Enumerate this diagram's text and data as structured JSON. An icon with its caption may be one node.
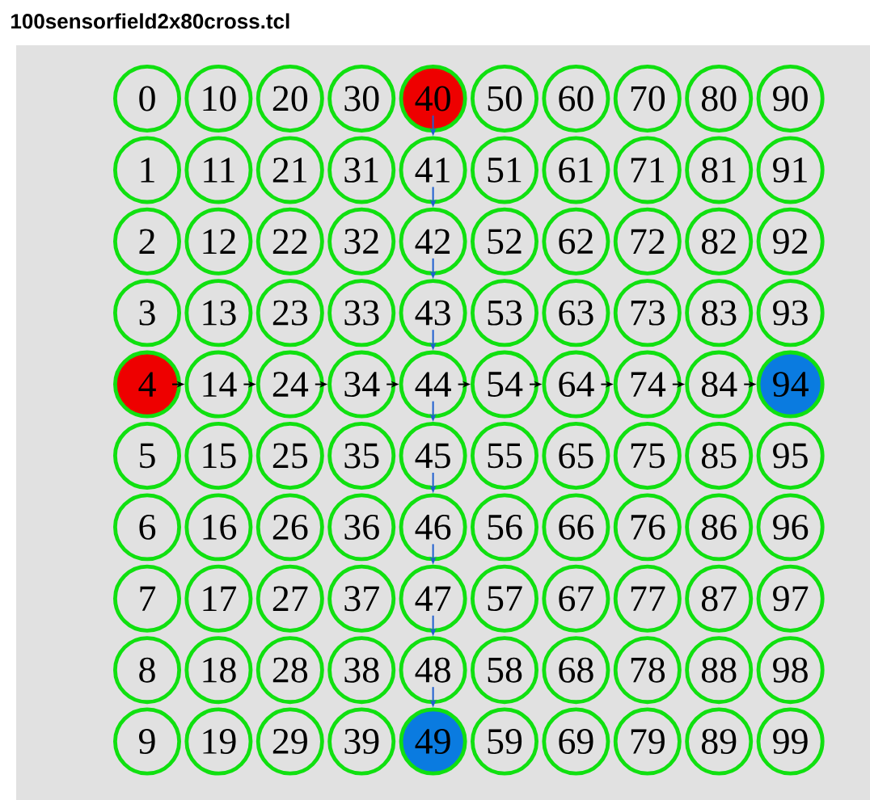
{
  "diagram": {
    "title": "100sensorfield2x80cross.tcl",
    "nodes": [
      {
        "text": [
          "0"
        ]
      },
      {
        "text": [
          "1"
        ]
      },
      {
        "text": [
          "2"
        ]
      },
      {
        "text": [
          "3"
        ]
      },
      {
        "text": [
          "4"
        ]
      },
      {
        "text": [
          "5"
        ]
      },
      {
        "text": [
          "6"
        ]
      },
      {
        "text": [
          "7"
        ]
      },
      {
        "text": [
          "8"
        ]
      },
      {
        "text": [
          "9"
        ]
      },
      {
        "text": [
          "10"
        ]
      },
      {
        "text": [
          "11"
        ]
      },
      {
        "text": [
          "12"
        ]
      },
      {
        "text": [
          "13"
        ]
      },
      {
        "text": [
          "14"
        ]
      },
      {
        "text": [
          "15"
        ]
      },
      {
        "text": [
          "16"
        ]
      },
      {
        "text": [
          "17"
        ]
      },
      {
        "text": [
          "18"
        ]
      },
      {
        "text": [
          "19"
        ]
      },
      {
        "text": [
          "20"
        ]
      },
      {
        "text": [
          "21"
        ]
      },
      {
        "text": [
          "22"
        ]
      },
      {
        "text": [
          "23"
        ]
      },
      {
        "text": [
          "24"
        ]
      },
      {
        "text": [
          "25"
        ]
      },
      {
        "text": [
          "26"
        ]
      },
      {
        "text": [
          "27"
        ]
      },
      {
        "text": [
          "28"
        ]
      },
      {
        "text": [
          "29"
        ]
      },
      {
        "text": [
          "30"
        ]
      },
      {
        "text": [
          "31"
        ]
      },
      {
        "text": [
          "32"
        ]
      },
      {
        "text": [
          "33"
        ]
      },
      {
        "text": [
          "34"
        ]
      },
      {
        "text": [
          "35"
        ]
      },
      {
        "text": [
          "36"
        ]
      },
      {
        "text": [
          "37"
        ]
      },
      {
        "text": [
          "38"
        ]
      },
      {
        "text": [
          "39"
        ]
      },
      {
        "text": [
          "40"
        ]
      },
      {
        "text": [
          "41"
        ]
      },
      {
        "text": [
          "42"
        ]
      },
      {
        "text": [
          "43"
        ]
      },
      {
        "text": [
          "44"
        ]
      },
      {
        "text": [
          "45"
        ]
      },
      {
        "text": [
          "46"
        ]
      },
      {
        "text": [
          "47"
        ]
      },
      {
        "text": [
          "48"
        ]
      },
      {
        "text": [
          "49"
        ]
      },
      {
        "text": [
          "50"
        ]
      },
      {
        "text": [
          "51"
        ]
      },
      {
        "text": [
          "52"
        ]
      },
      {
        "text": [
          "53"
        ]
      },
      {
        "text": [
          "54"
        ]
      },
      {
        "text": [
          "55"
        ]
      },
      {
        "text": [
          "56"
        ]
      },
      {
        "text": [
          "57"
        ]
      },
      {
        "text": [
          "58"
        ]
      },
      {
        "text": [
          "59"
        ]
      },
      {
        "text": [
          "60"
        ]
      },
      {
        "text": [
          "61"
        ]
      },
      {
        "text": [
          "62"
        ]
      },
      {
        "text": [
          "63"
        ]
      },
      {
        "text": [
          "64"
        ]
      },
      {
        "text": [
          "65"
        ]
      },
      {
        "text": [
          "66"
        ]
      },
      {
        "text": [
          "67"
        ]
      },
      {
        "text": [
          "68"
        ]
      },
      {
        "text": [
          "69"
        ]
      },
      {
        "text": [
          "70"
        ]
      },
      {
        "text": [
          "71"
        ]
      },
      {
        "text": [
          "72"
        ]
      },
      {
        "text": [
          "73"
        ]
      },
      {
        "text": [
          "74"
        ]
      },
      {
        "text": [
          "75"
        ]
      },
      {
        "text": [
          "76"
        ]
      },
      {
        "text": [
          "77"
        ]
      },
      {
        "text": [
          "78"
        ]
      },
      {
        "text": [
          "79"
        ]
      },
      {
        "text": [
          "80"
        ]
      },
      {
        "text": [
          "81"
        ]
      },
      {
        "text": [
          "82"
        ]
      },
      {
        "text": [
          "83"
        ]
      },
      {
        "text": [
          "84"
        ]
      },
      {
        "text": [
          "85"
        ]
      },
      {
        "text": [
          "86"
        ]
      },
      {
        "text": [
          "87"
        ]
      },
      {
        "text": [
          "88"
        ]
      },
      {
        "text": [
          "89"
        ]
      },
      {
        "text": [
          "90"
        ]
      },
      {
        "text": [
          "91"
        ]
      },
      {
        "text": [
          "92"
        ]
      },
      {
        "text": [
          "93"
        ]
      },
      {
        "text": [
          "94"
        ]
      },
      {
        "text": [
          "95"
        ]
      },
      {
        "text": [
          "96"
        ]
      },
      {
        "text": [
          "97"
        ]
      },
      {
        "text": [
          "98"
        ]
      },
      {
        "text": [
          "99"
        ]
      }
    ],
    "edges": [
      {
        "from": 40,
        "to": 41,
        "arrow": "to",
        "color": "#1f5fd0"
      },
      {
        "from": 41,
        "to": 42,
        "arrow": "to",
        "color": "#1f5fd0"
      },
      {
        "from": 42,
        "to": 43,
        "arrow": "to",
        "color": "#1f5fd0"
      },
      {
        "from": 43,
        "to": 44,
        "arrow": "to",
        "color": "#1f5fd0"
      },
      {
        "from": 44,
        "to": 45,
        "arrow": "to",
        "color": "#1f5fd0"
      },
      {
        "from": 45,
        "to": 46,
        "arrow": "to",
        "color": "#1f5fd0"
      },
      {
        "from": 46,
        "to": 47,
        "arrow": "to",
        "color": "#1f5fd0"
      },
      {
        "from": 47,
        "to": 48,
        "arrow": "to",
        "color": "#1f5fd0"
      },
      {
        "from": 48,
        "to": 49,
        "arrow": "to",
        "color": "#1f5fd0"
      },
      {
        "from": 4,
        "to": 14,
        "arrow": "to",
        "color": "#000000"
      },
      {
        "from": 14,
        "to": 24,
        "arrow": "to",
        "color": "#000000"
      },
      {
        "from": 24,
        "to": 34,
        "arrow": "to",
        "color": "#000000"
      },
      {
        "from": 34,
        "to": 44,
        "arrow": "to",
        "color": "#000000"
      },
      {
        "from": 44,
        "to": 54,
        "arrow": "to",
        "color": "#000000"
      },
      {
        "from": 54,
        "to": 64,
        "arrow": "to",
        "color": "#000000"
      },
      {
        "from": 64,
        "to": 74,
        "arrow": "to",
        "color": "#000000"
      },
      {
        "from": 74,
        "to": 84,
        "arrow": "to",
        "color": "#000000"
      },
      {
        "from": 84,
        "to": 94,
        "arrow": "to",
        "color": "#000000"
      }
    ]
  }
}
